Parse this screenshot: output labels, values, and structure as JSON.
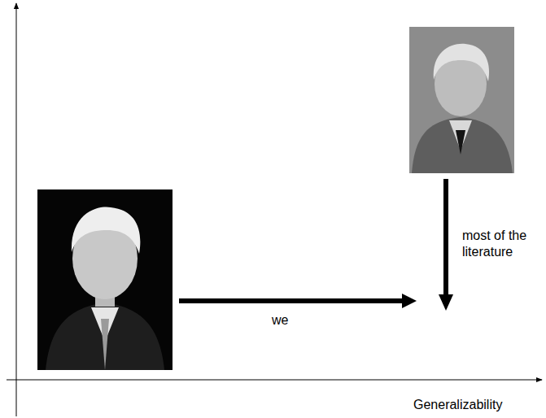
{
  "diagram": {
    "labels": [
      "we",
      "most of the literature",
      "Generalizability"
    ]
  }
}
